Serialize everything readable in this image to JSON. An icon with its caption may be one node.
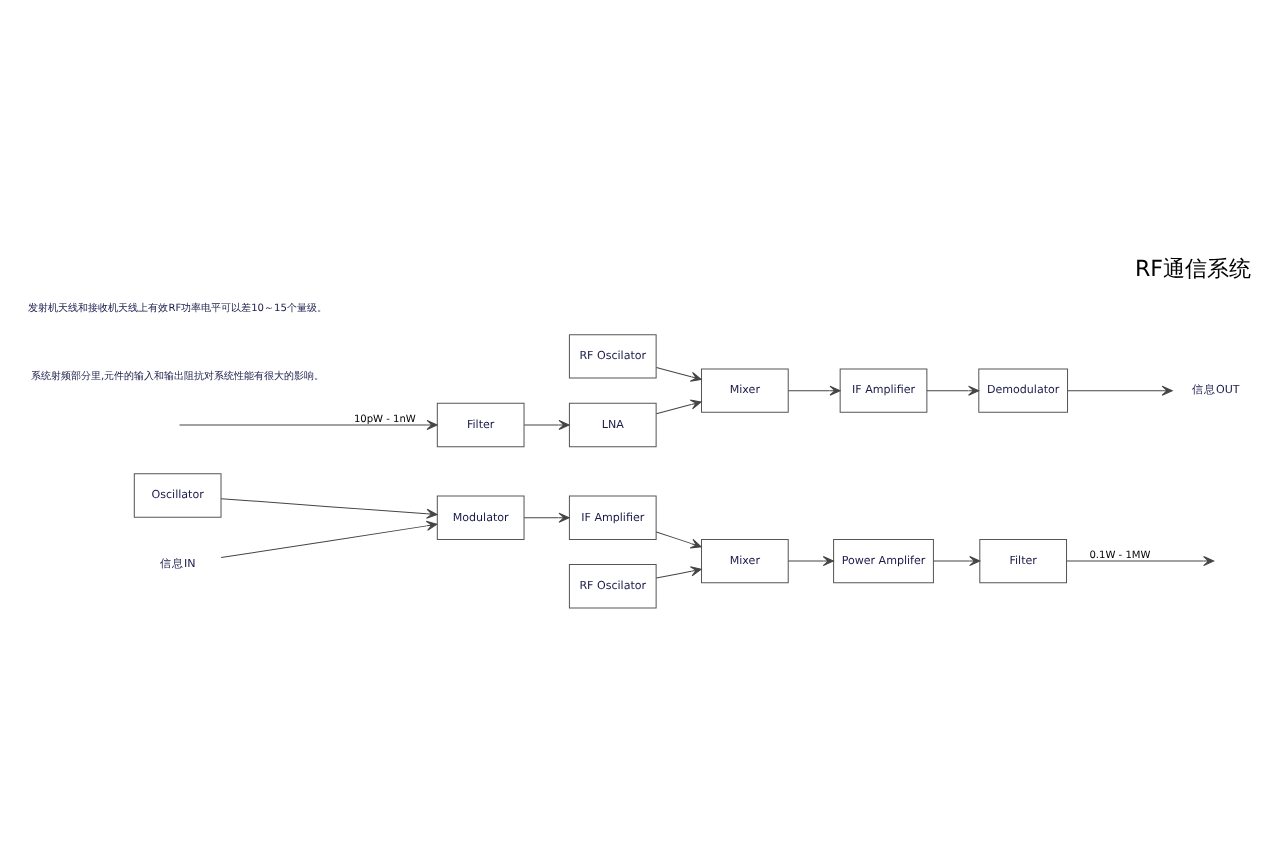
{
  "diagram": {
    "title": "RF通信系统",
    "nodes": [
      {
        "text": [
          "Oscillator"
        ]
      },
      {
        "text": [
          "Modulator"
        ]
      },
      {
        "text": [
          "IF Amplifier"
        ]
      },
      {
        "text": [
          "RF Oscilator"
        ]
      },
      {
        "text": [
          "Mixer"
        ]
      },
      {
        "text": [
          "Power Amplifer"
        ]
      },
      {
        "text": [
          "Filter"
        ]
      },
      {
        "text": [
          "RF Oscilator"
        ]
      },
      {
        "text": [
          "Mixer"
        ]
      },
      {
        "text": [
          "LNA"
        ]
      },
      {
        "text": [
          "Filter"
        ]
      },
      {
        "text": [
          "Demodulator"
        ]
      },
      {
        "text": [
          "IF Amplifier"
        ]
      },
      {
        "text": [
          "信息IN"
        ]
      },
      {
        "text": [
          "信息OUT"
        ]
      }
    ],
    "edges": [
      {
        "from": 13,
        "to": 1,
        "arrow": "to"
      },
      {
        "from": 0,
        "to": 1,
        "arrow": "to"
      },
      {
        "from": 1,
        "to": 2,
        "arrow": "to"
      },
      {
        "from": 2,
        "to": 4,
        "arrow": "to"
      },
      {
        "from": 3,
        "to": 4,
        "arrow": "to"
      },
      {
        "from": 4,
        "to": 5,
        "arrow": "to"
      },
      {
        "from": 5,
        "to": 6,
        "arrow": "to"
      },
      {
        "from": 6,
        "to": null,
        "arrow": "to",
        "label": "0.1W - 1MW"
      },
      {
        "from": null,
        "to": 10,
        "arrow": "to",
        "label": "10pW - 1nW"
      },
      {
        "from": 10,
        "to": 9,
        "arrow": "to"
      },
      {
        "from": 9,
        "to": 8,
        "arrow": "to"
      },
      {
        "from": 7,
        "to": 8,
        "arrow": "to"
      },
      {
        "from": 8,
        "to": 12,
        "arrow": "to"
      },
      {
        "from": 12,
        "to": 11,
        "arrow": "to"
      },
      {
        "from": 11,
        "to": 14,
        "arrow": "to"
      }
    ],
    "labels": [
      "系统射频部分里,元件的输入和输出阻抗对系统性能有很大的影响。",
      "发射机天线和接收机天线上有效RF功率电平可以差10～15个量级。"
    ]
  }
}
